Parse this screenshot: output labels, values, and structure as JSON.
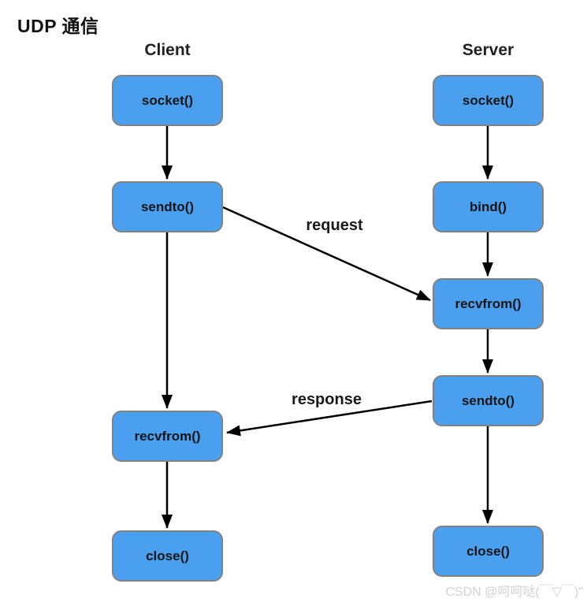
{
  "title": "UDP 通信",
  "client": {
    "heading": "Client",
    "steps": [
      {
        "label": "socket()"
      },
      {
        "label": "sendto()"
      },
      {
        "label": "recvfrom()"
      },
      {
        "label": "close()"
      }
    ]
  },
  "server": {
    "heading": "Server",
    "steps": [
      {
        "label": "socket()"
      },
      {
        "label": "bind()"
      },
      {
        "label": "recvfrom()"
      },
      {
        "label": "sendto()"
      },
      {
        "label": "close()"
      }
    ]
  },
  "messages": [
    {
      "label": "request",
      "from": "client.sendto()",
      "to": "server.recvfrom()"
    },
    {
      "label": "response",
      "from": "server.sendto()",
      "to": "client.recvfrom()"
    }
  ],
  "watermark": "CSDN @呵呵哒(￣▽￣)\"",
  "colors": {
    "box_fill": "#4AA0EE",
    "box_border": "#828282",
    "arrow": "#000000",
    "text": "#1a1a1a",
    "watermark": "#d2d2d2",
    "background": "#ffffff"
  }
}
